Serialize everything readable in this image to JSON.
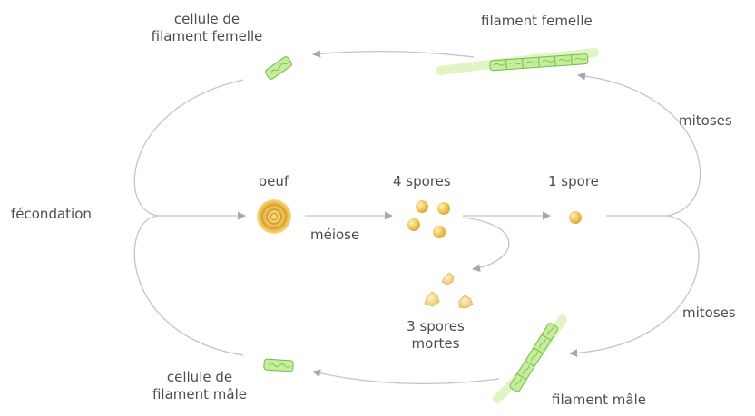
{
  "labels": {
    "cellule_femelle_line1": "cellule de",
    "cellule_femelle_line2": "filament femelle",
    "filament_femelle": "filament femelle",
    "mitoses_top": "mitoses",
    "fecondation": "fécondation",
    "oeuf": "oeuf",
    "meiose": "méiose",
    "quatre_spores": "4 spores",
    "une_spore": "1 spore",
    "spores_mortes_line1": "3 spores",
    "spores_mortes_line2": "mortes",
    "mitoses_bottom": "mitoses",
    "cellule_male_line1": "cellule de",
    "cellule_male_line2": "filament mâle",
    "filament_male": "filament mâle"
  },
  "colors": {
    "cycle_line": "#c4c4c4",
    "arrowhead": "#a8a8a8",
    "filament_fill": "#c6ec9c",
    "filament_stroke": "#6fbe45",
    "spore_fill": "#e6bc4a",
    "text": "#4d4d4d"
  }
}
